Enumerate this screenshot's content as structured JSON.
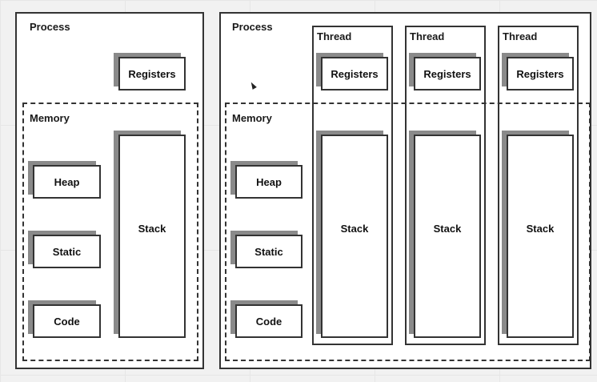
{
  "single_process": {
    "title": "Process",
    "registers": "Registers",
    "memory": {
      "title": "Memory",
      "heap": "Heap",
      "static": "Static",
      "code": "Code",
      "stack": "Stack"
    }
  },
  "multi_process": {
    "title": "Process",
    "memory": {
      "title": "Memory",
      "heap": "Heap",
      "static": "Static",
      "code": "Code"
    },
    "threads": [
      {
        "title": "Thread",
        "registers": "Registers",
        "stack": "Stack"
      },
      {
        "title": "Thread",
        "registers": "Registers",
        "stack": "Stack"
      },
      {
        "title": "Thread",
        "registers": "Registers",
        "stack": "Stack"
      }
    ]
  }
}
